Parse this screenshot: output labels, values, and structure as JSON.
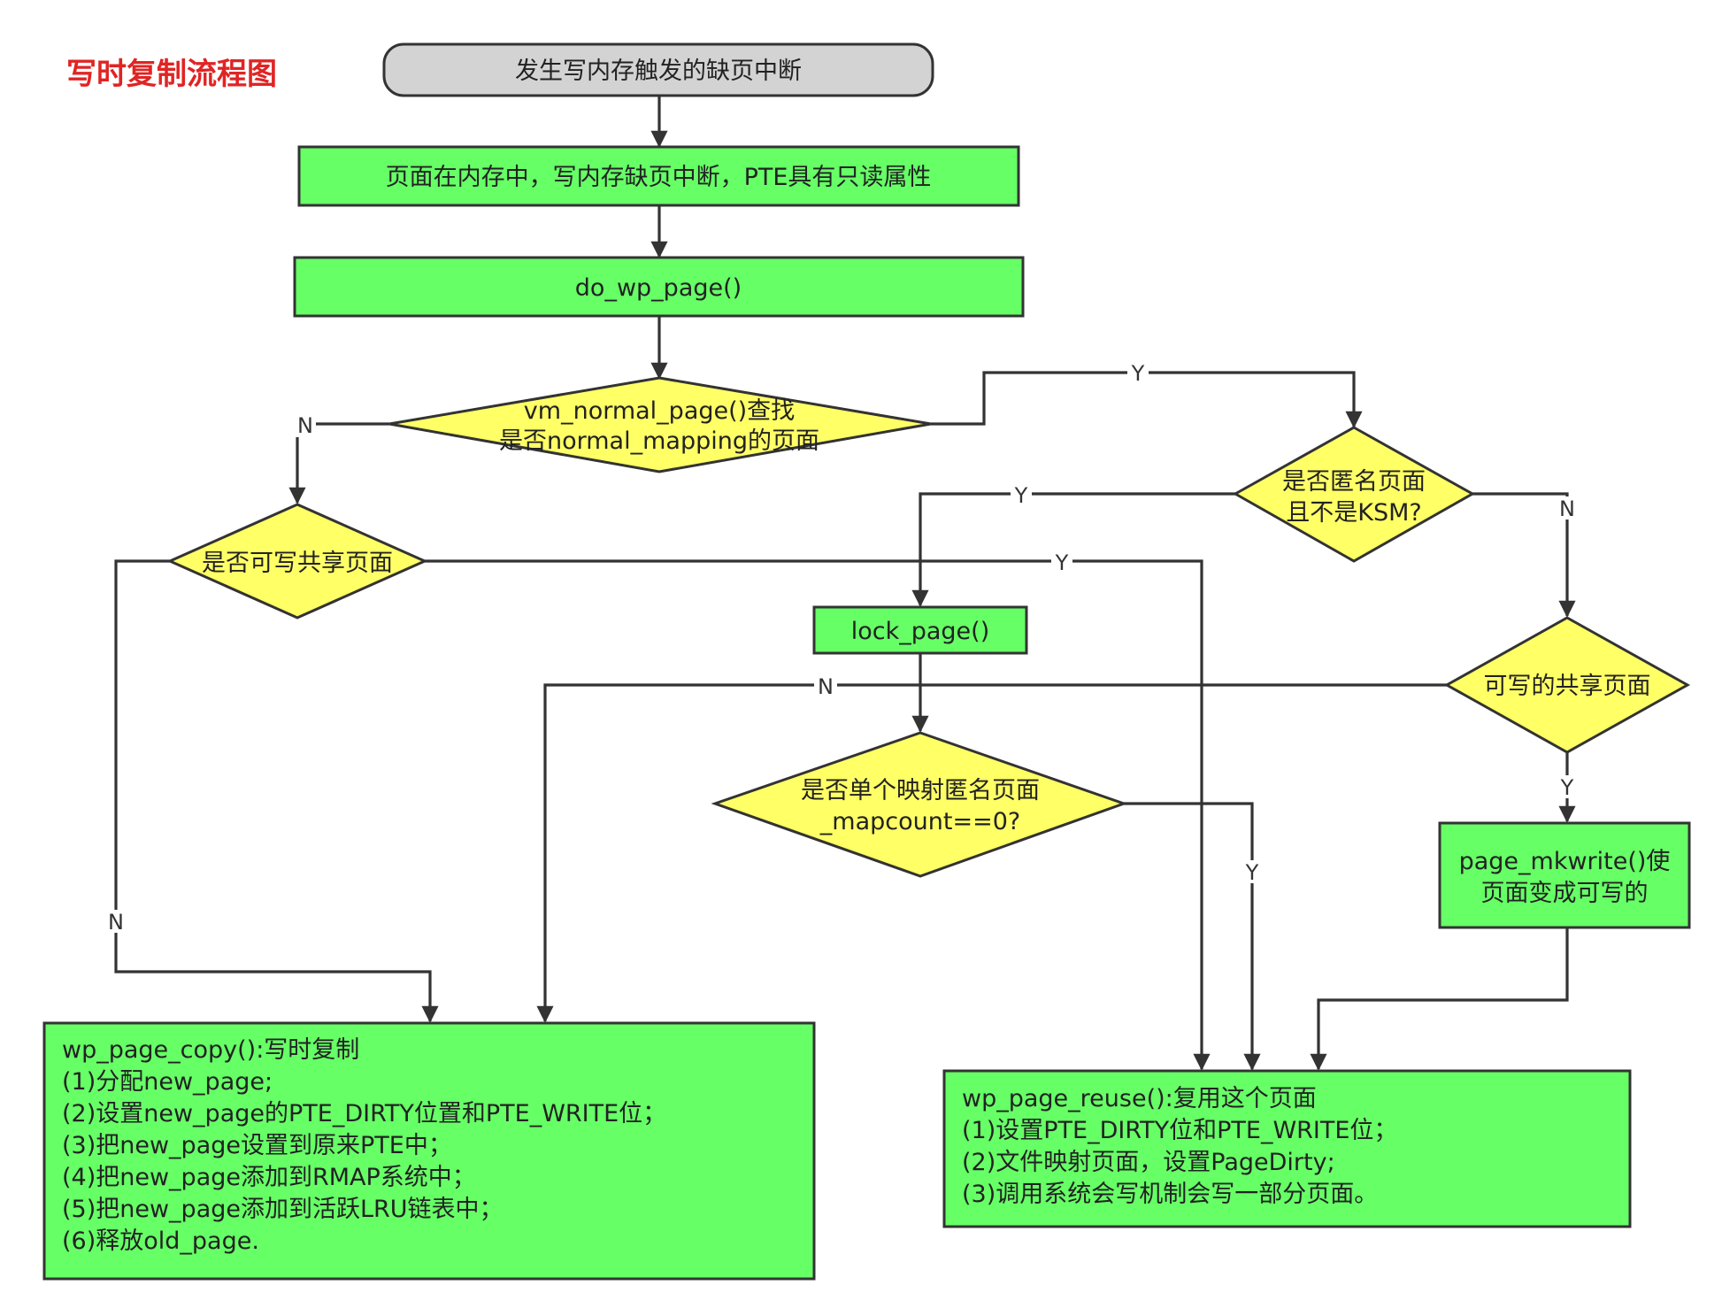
{
  "title": "写时复制流程图",
  "colors": {
    "process": "#66ff66",
    "decision": "#ffff66",
    "start": "#d3d3d3",
    "title": "#e02424",
    "stroke": "#333333"
  },
  "nodes": {
    "start": "发生写内存触发的缺页中断",
    "readonly_fault": "页面在内存中，写内存缺页中断，PTE具有只读属性",
    "do_wp_page": "do_wp_page()",
    "vm_normal_page": [
      "vm_normal_page()查找",
      "是否normal_mapping的页面"
    ],
    "anon_not_ksm": [
      "是否匿名页面",
      "且不是KSM?"
    ],
    "writable_shared_left": "是否可写共享页面",
    "lock_page": "lock_page()",
    "writable_shared_right": "可写的共享页面",
    "single_map_anon": [
      "是否单个映射匿名页面",
      "_mapcount==0?"
    ],
    "page_mkwrite": [
      "page_mkwrite()使",
      "页面变成可写的"
    ],
    "wp_page_copy": [
      "wp_page_copy():写时复制",
      "(1)分配new_page;",
      "(2)设置new_page的PTE_DIRTY位置和PTE_WRITE位；",
      "(3)把new_page设置到原来PTE中；",
      "(4)把new_page添加到RMAP系统中；",
      "(5)把new_page添加到活跃LRU链表中；",
      "(6)释放old_page."
    ],
    "wp_page_reuse": [
      "wp_page_reuse():复用这个页面",
      "(1)设置PTE_DIRTY位和PTE_WRITE位；",
      "(2)文件映射页面，设置PageDirty;",
      "(3)调用系统会写机制会写一部分页面。"
    ]
  },
  "edge_labels": {
    "vm_yes": "Y",
    "vm_no": "N",
    "anon_yes": "Y",
    "anon_no": "N",
    "shared_left_yes": "Y",
    "shared_left_no": "N",
    "shared_right_no": "N",
    "shared_right_yes": "Y",
    "single_map_yes": "Y"
  }
}
